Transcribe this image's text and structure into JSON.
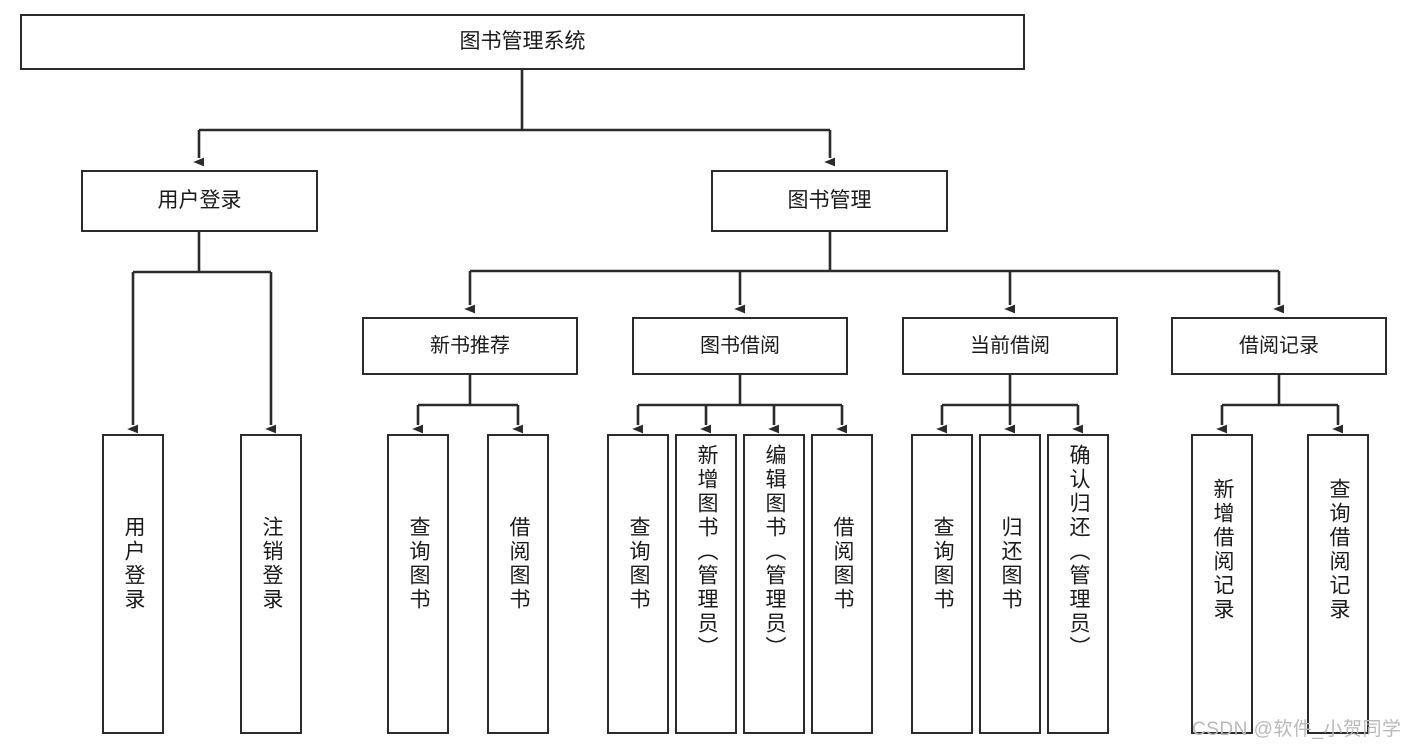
{
  "diagram": {
    "title_text": "图书管理系统",
    "watermark": "CSDN @软件_小贺同学",
    "colors": {
      "stroke": "#2b2b2b",
      "fill": "#ffffff",
      "text": "#1a1a1a",
      "watermark": "#b9b9b9",
      "background": "#ffffff"
    },
    "nodes": {
      "root": {
        "label": "图书管理系统"
      },
      "level2": [
        {
          "id": "user-login",
          "label": "用户登录"
        },
        {
          "id": "book-management",
          "label": "图书管理"
        }
      ],
      "level3": [
        {
          "id": "new-book-recommend",
          "label": "新书推荐"
        },
        {
          "id": "book-borrow",
          "label": "图书借阅"
        },
        {
          "id": "current-borrow",
          "label": "当前借阅"
        },
        {
          "id": "borrow-record",
          "label": "借阅记录"
        }
      ],
      "leaves": {
        "user-login": [
          {
            "id": "leaf-user-login",
            "label": "用户登录"
          },
          {
            "id": "leaf-logout-login",
            "label": "注销登录"
          }
        ],
        "new-book-recommend": [
          {
            "id": "leaf-query-book-1",
            "label": "查询图书"
          },
          {
            "id": "leaf-borrow-book-1",
            "label": "借阅图书"
          }
        ],
        "book-borrow": [
          {
            "id": "leaf-query-book-2",
            "label": "查询图书"
          },
          {
            "id": "leaf-add-book-admin",
            "label": "新增图书（管理员）"
          },
          {
            "id": "leaf-edit-book-admin",
            "label": "编辑图书（管理员）"
          },
          {
            "id": "leaf-borrow-book-2",
            "label": "借阅图书"
          }
        ],
        "current-borrow": [
          {
            "id": "leaf-query-book-3",
            "label": "查询图书"
          },
          {
            "id": "leaf-return-book",
            "label": "归还图书"
          },
          {
            "id": "leaf-confirm-return-admin",
            "label": "确认归还（管理员）"
          }
        ],
        "borrow-record": [
          {
            "id": "leaf-add-borrow-record",
            "label": "新增借阅记录"
          },
          {
            "id": "leaf-query-borrow-record",
            "label": "查询借阅记录"
          }
        ]
      }
    }
  }
}
